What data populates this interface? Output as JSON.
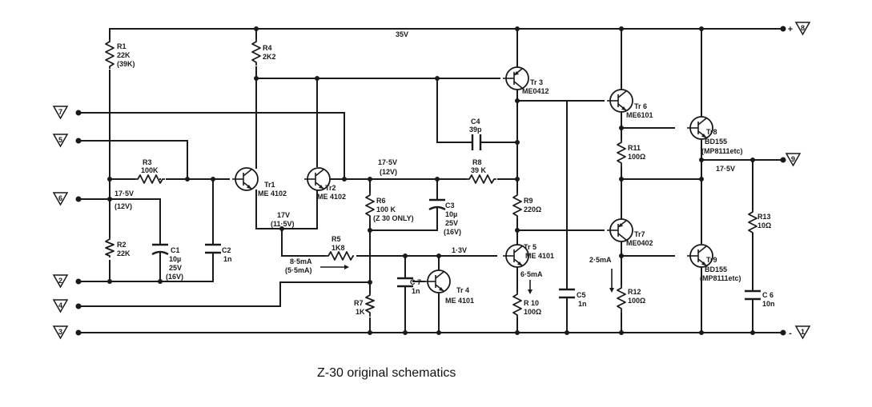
{
  "caption": "Z-30 original schematics",
  "supply_voltage": "35V",
  "terminals": {
    "t1": "1",
    "t2": "2",
    "t3": "3",
    "t4": "4",
    "t5": "5",
    "t6": "6",
    "t7": "7",
    "t8": "8",
    "t9": "9",
    "plus_sign": "+",
    "minus_sign": "-"
  },
  "components": {
    "R1": [
      "R1",
      "22K",
      "(39K)"
    ],
    "R2": [
      "R2",
      "22K"
    ],
    "R3": [
      "R3",
      "100K"
    ],
    "R4": [
      "R4",
      "2K2"
    ],
    "R5": [
      "R5",
      "1K8"
    ],
    "R6": [
      "R6",
      "100 K",
      "(Z 30 ONLY)"
    ],
    "R7": [
      "R7",
      "1K"
    ],
    "R8": [
      "R8",
      "39 K"
    ],
    "R9": [
      "R9",
      "220Ω"
    ],
    "R10": [
      "R 10",
      "100Ω"
    ],
    "R11": [
      "R11",
      "100Ω"
    ],
    "R12": [
      "R12",
      "100Ω"
    ],
    "R13": [
      "R13",
      "10Ω"
    ],
    "C1": [
      "C1",
      "10µ",
      "25V",
      "(16V)"
    ],
    "C2": [
      "C2",
      "1n"
    ],
    "C3": [
      "C3",
      "10µ",
      "25V",
      "(16V)"
    ],
    "C4": [
      "C4",
      "39p"
    ],
    "C5": [
      "C5",
      "1n"
    ],
    "C6": [
      "C 6",
      "10n"
    ],
    "C7": [
      "C 7",
      "1n"
    ],
    "Tr1": [
      "Tr1",
      "ME 4102"
    ],
    "Tr2": [
      "Tr2",
      "ME 4102"
    ],
    "Tr3": [
      "Tr 3",
      "ME0412"
    ],
    "Tr4": [
      "Tr 4",
      "ME 4101"
    ],
    "Tr5": [
      "Tr 5",
      "ME 4101"
    ],
    "Tr6": [
      "Tr 6",
      "ME6101"
    ],
    "Tr7": [
      "Tr7",
      "ME0402"
    ],
    "Tr8": [
      "Tr8",
      "BD155",
      "(MP8111etc)"
    ],
    "Tr9": [
      "Tr9",
      "BD155",
      "(MP8111etc)"
    ]
  },
  "annotations": {
    "v_base": [
      "17·5V",
      "(12V)"
    ],
    "v_mid": [
      "17·5V",
      "(12V)"
    ],
    "v_emit": [
      "17V",
      "(11·5V)"
    ],
    "i_main": [
      "8·5mA",
      "(5·5mA)"
    ],
    "v_13": "1·3V",
    "i_65": "6·5mA",
    "i_25": "2·5mA",
    "v_out": "17·5V"
  }
}
